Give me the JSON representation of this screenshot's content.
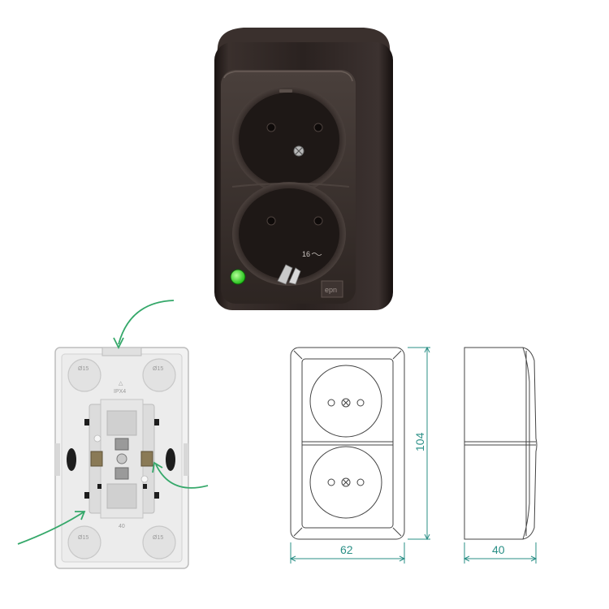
{
  "product_photo": {
    "rating_marking": "16",
    "logo_text": "epn",
    "housing_color": "#2a211f",
    "indicator_color": "#2fd62a"
  },
  "back_view": {
    "arrow_color": "#35a86a",
    "box_labels": {
      "top_left": "Ø15",
      "top_right": "Ø15",
      "bottom_left": "Ø15",
      "bottom_right": "Ø15"
    },
    "marking_line1": "△",
    "marking_line2": "IPX4",
    "bottom_label": "40"
  },
  "front_drawing": {
    "width_label": "62",
    "height_label": "104"
  },
  "side_drawing": {
    "depth_label": "40"
  },
  "dimension_color": "#2a8f86"
}
